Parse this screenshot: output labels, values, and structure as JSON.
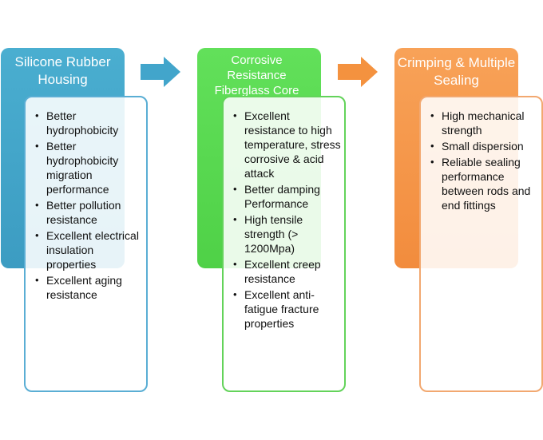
{
  "columns": [
    {
      "title": "Silicone Rubber Housing",
      "color": "#42a5cb",
      "items": [
        "Better hydrophobicity",
        "Better hydrophobicity migration performance",
        "Better pollution resistance",
        "Excellent electrical insulation properties",
        "Excellent aging resistance"
      ]
    },
    {
      "title": "Corrosive Resistance Fiberglass Core",
      "color": "#56d84e",
      "items": [
        "Excellent resistance to high temperature, stress corrosive & acid attack",
        "Better damping Performance",
        "High tensile strength (> 1200Mpa)",
        "Excellent creep resistance",
        "Excellent anti-fatigue fracture properties"
      ]
    },
    {
      "title": "Crimping & Multiple Sealing",
      "color": "#f4923f",
      "items": [
        "High mechanical strength",
        "Small dispersion",
        "Reliable sealing performance between rods and end fittings"
      ]
    }
  ],
  "arrows": [
    {
      "icon": "arrow-right-icon",
      "color": "#42a5cb"
    },
    {
      "icon": "arrow-right-icon",
      "color": "#f4923f"
    }
  ]
}
